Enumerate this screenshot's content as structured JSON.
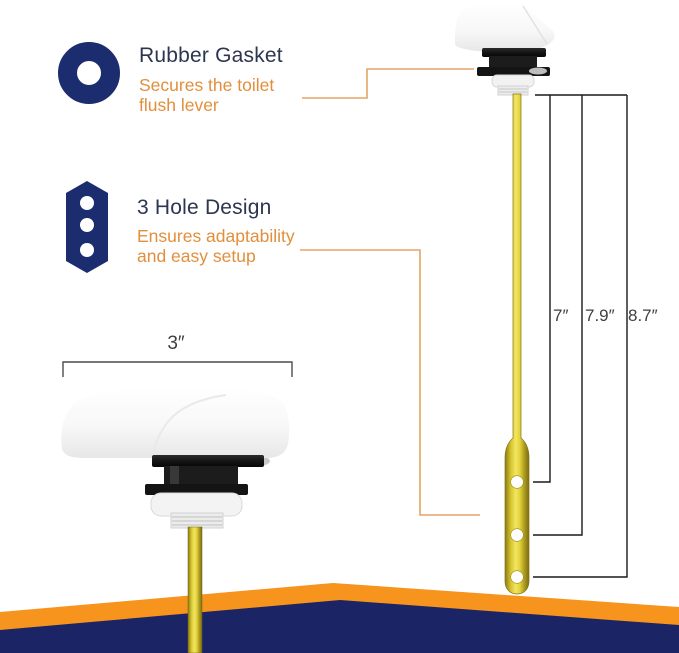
{
  "callouts": [
    {
      "icon": "gasket-ring-icon",
      "title": "Rubber Gasket",
      "subtitle_line1": "Secures the toilet",
      "subtitle_line2": "flush lever"
    },
    {
      "icon": "three-hole-icon",
      "title": "3 Hole Design",
      "subtitle_line1": "Ensures adaptability",
      "subtitle_line2": "and easy setup"
    }
  ],
  "measurements": {
    "handle_width": "3″",
    "lever_hole_lengths": [
      "7″",
      "7.9″",
      "8.7″"
    ]
  },
  "colors": {
    "accent_orange_band": "#F7941E",
    "navy_band": "#1B2566",
    "icon_navy": "#1B2D6E",
    "title_text": "#2D3650",
    "subtitle_text": "#E18F3C",
    "callout_line": "#E5A366",
    "measure_line": "#1A1A1A",
    "brass_rod": "#D8C72E"
  }
}
